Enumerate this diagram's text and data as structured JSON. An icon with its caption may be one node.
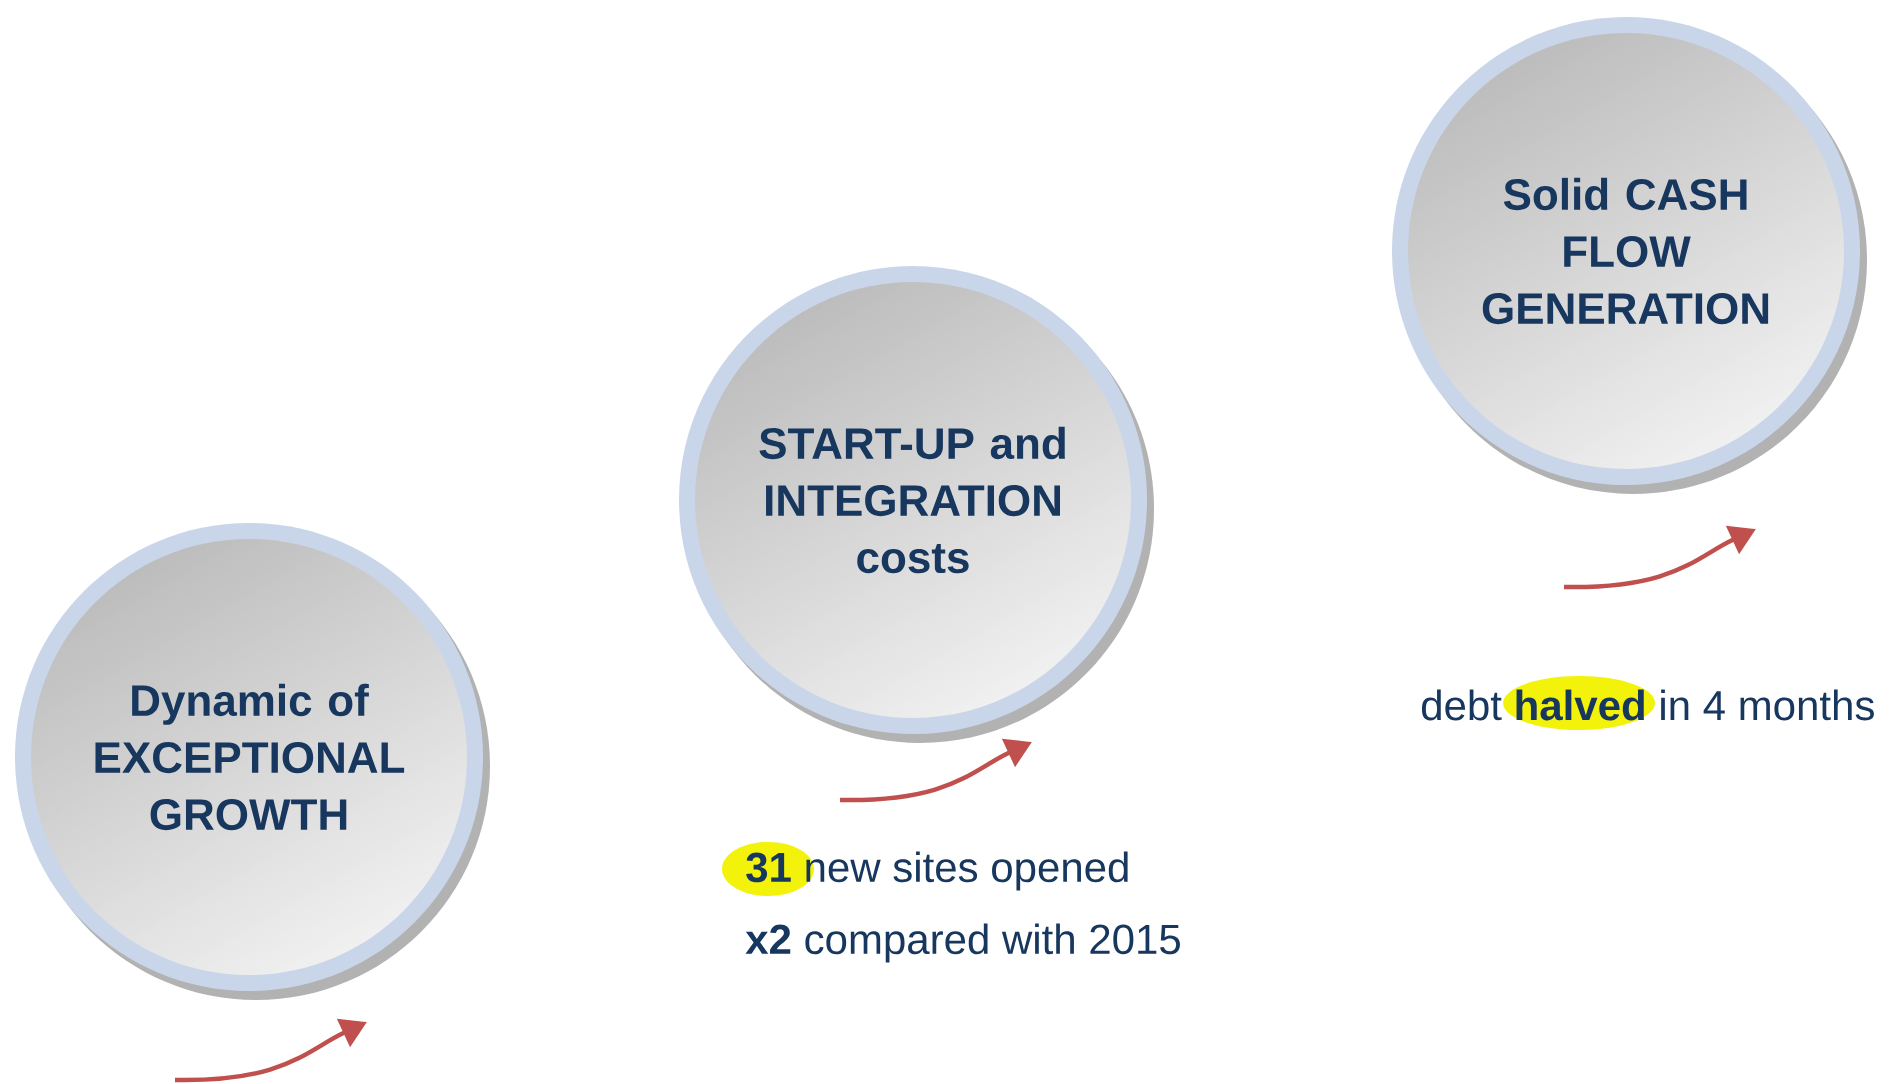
{
  "diagram": {
    "nodes": [
      {
        "text": [
          "Dynamic of EXCEPTIONAL GROWTH"
        ]
      },
      {
        "text": [
          "START-UP and INTEGRATION costs"
        ]
      },
      {
        "text": [
          "Solid CASH FLOW GENERATION"
        ]
      }
    ],
    "labels": [
      "**31** new sites opened",
      "**x2** compared with 2015",
      "debt **halved** in 4 months"
    ]
  }
}
